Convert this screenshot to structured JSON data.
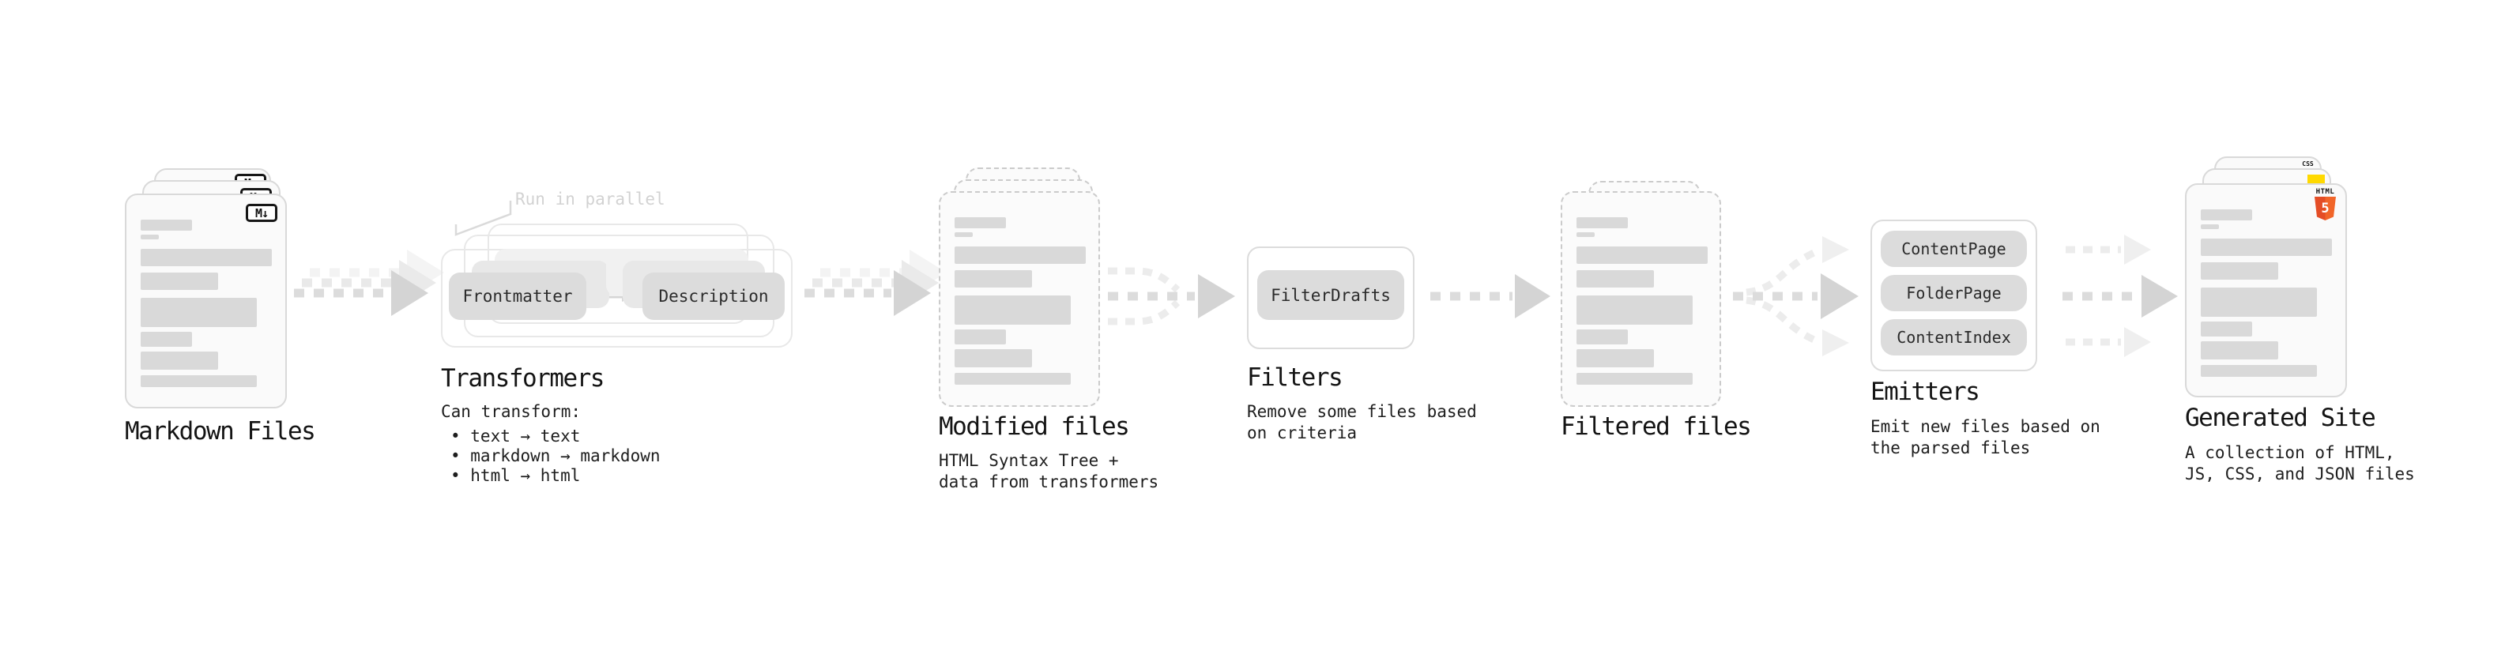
{
  "stages": {
    "markdown": {
      "label": "Markdown Files",
      "badge": "M↓"
    },
    "transformers": {
      "heading": "Transformers",
      "note": "Run in parallel",
      "nodes": [
        "Frontmatter",
        "Description"
      ],
      "desc_title": "Can transform:",
      "bullets": [
        "• text → text",
        "• markdown → markdown",
        "• html → html"
      ]
    },
    "modified": {
      "label": "Modified files",
      "desc": [
        "HTML Syntax Tree +",
        "data from transformers"
      ]
    },
    "filters": {
      "heading": "Filters",
      "nodes": [
        "FilterDrafts"
      ],
      "desc": [
        "Remove some files based",
        "on criteria"
      ]
    },
    "filtered": {
      "label": "Filtered files"
    },
    "emitters": {
      "heading": "Emitters",
      "nodes": [
        "ContentPage",
        "FolderPage",
        "ContentIndex"
      ],
      "desc": [
        "Emit new files based on",
        "the parsed files"
      ]
    },
    "generated": {
      "label": "Generated Site",
      "desc": [
        "A collection of HTML,",
        "JS, CSS, and JSON files"
      ],
      "badges": {
        "css": "CSS",
        "html_title": "HTML",
        "html_number": "5"
      }
    }
  },
  "skeleton_rows": [
    {
      "t": 31,
      "h": 14,
      "w": 65
    },
    {
      "t": 50,
      "h": 6,
      "w": 23
    },
    {
      "t": 68,
      "h": 22,
      "w": 166
    },
    {
      "t": 98,
      "h": 22,
      "w": 98
    },
    {
      "t": 130,
      "h": 37,
      "w": 147
    },
    {
      "t": 173,
      "h": 19,
      "w": 65
    },
    {
      "t": 198,
      "h": 23,
      "w": 98
    },
    {
      "t": 228,
      "h": 15,
      "w": 147
    }
  ],
  "colors": {
    "skeleton": "#d9d9d9",
    "arrow": "#dcdcdc",
    "arrow_head": "#d4d4d4",
    "arrow_light": "#eaeaea",
    "note_gray": "#d2d2d2",
    "html5_orange": "#e44d26",
    "js_yellow": "#ffd900",
    "css_blue": "#2965f1",
    "text": "#141414"
  }
}
